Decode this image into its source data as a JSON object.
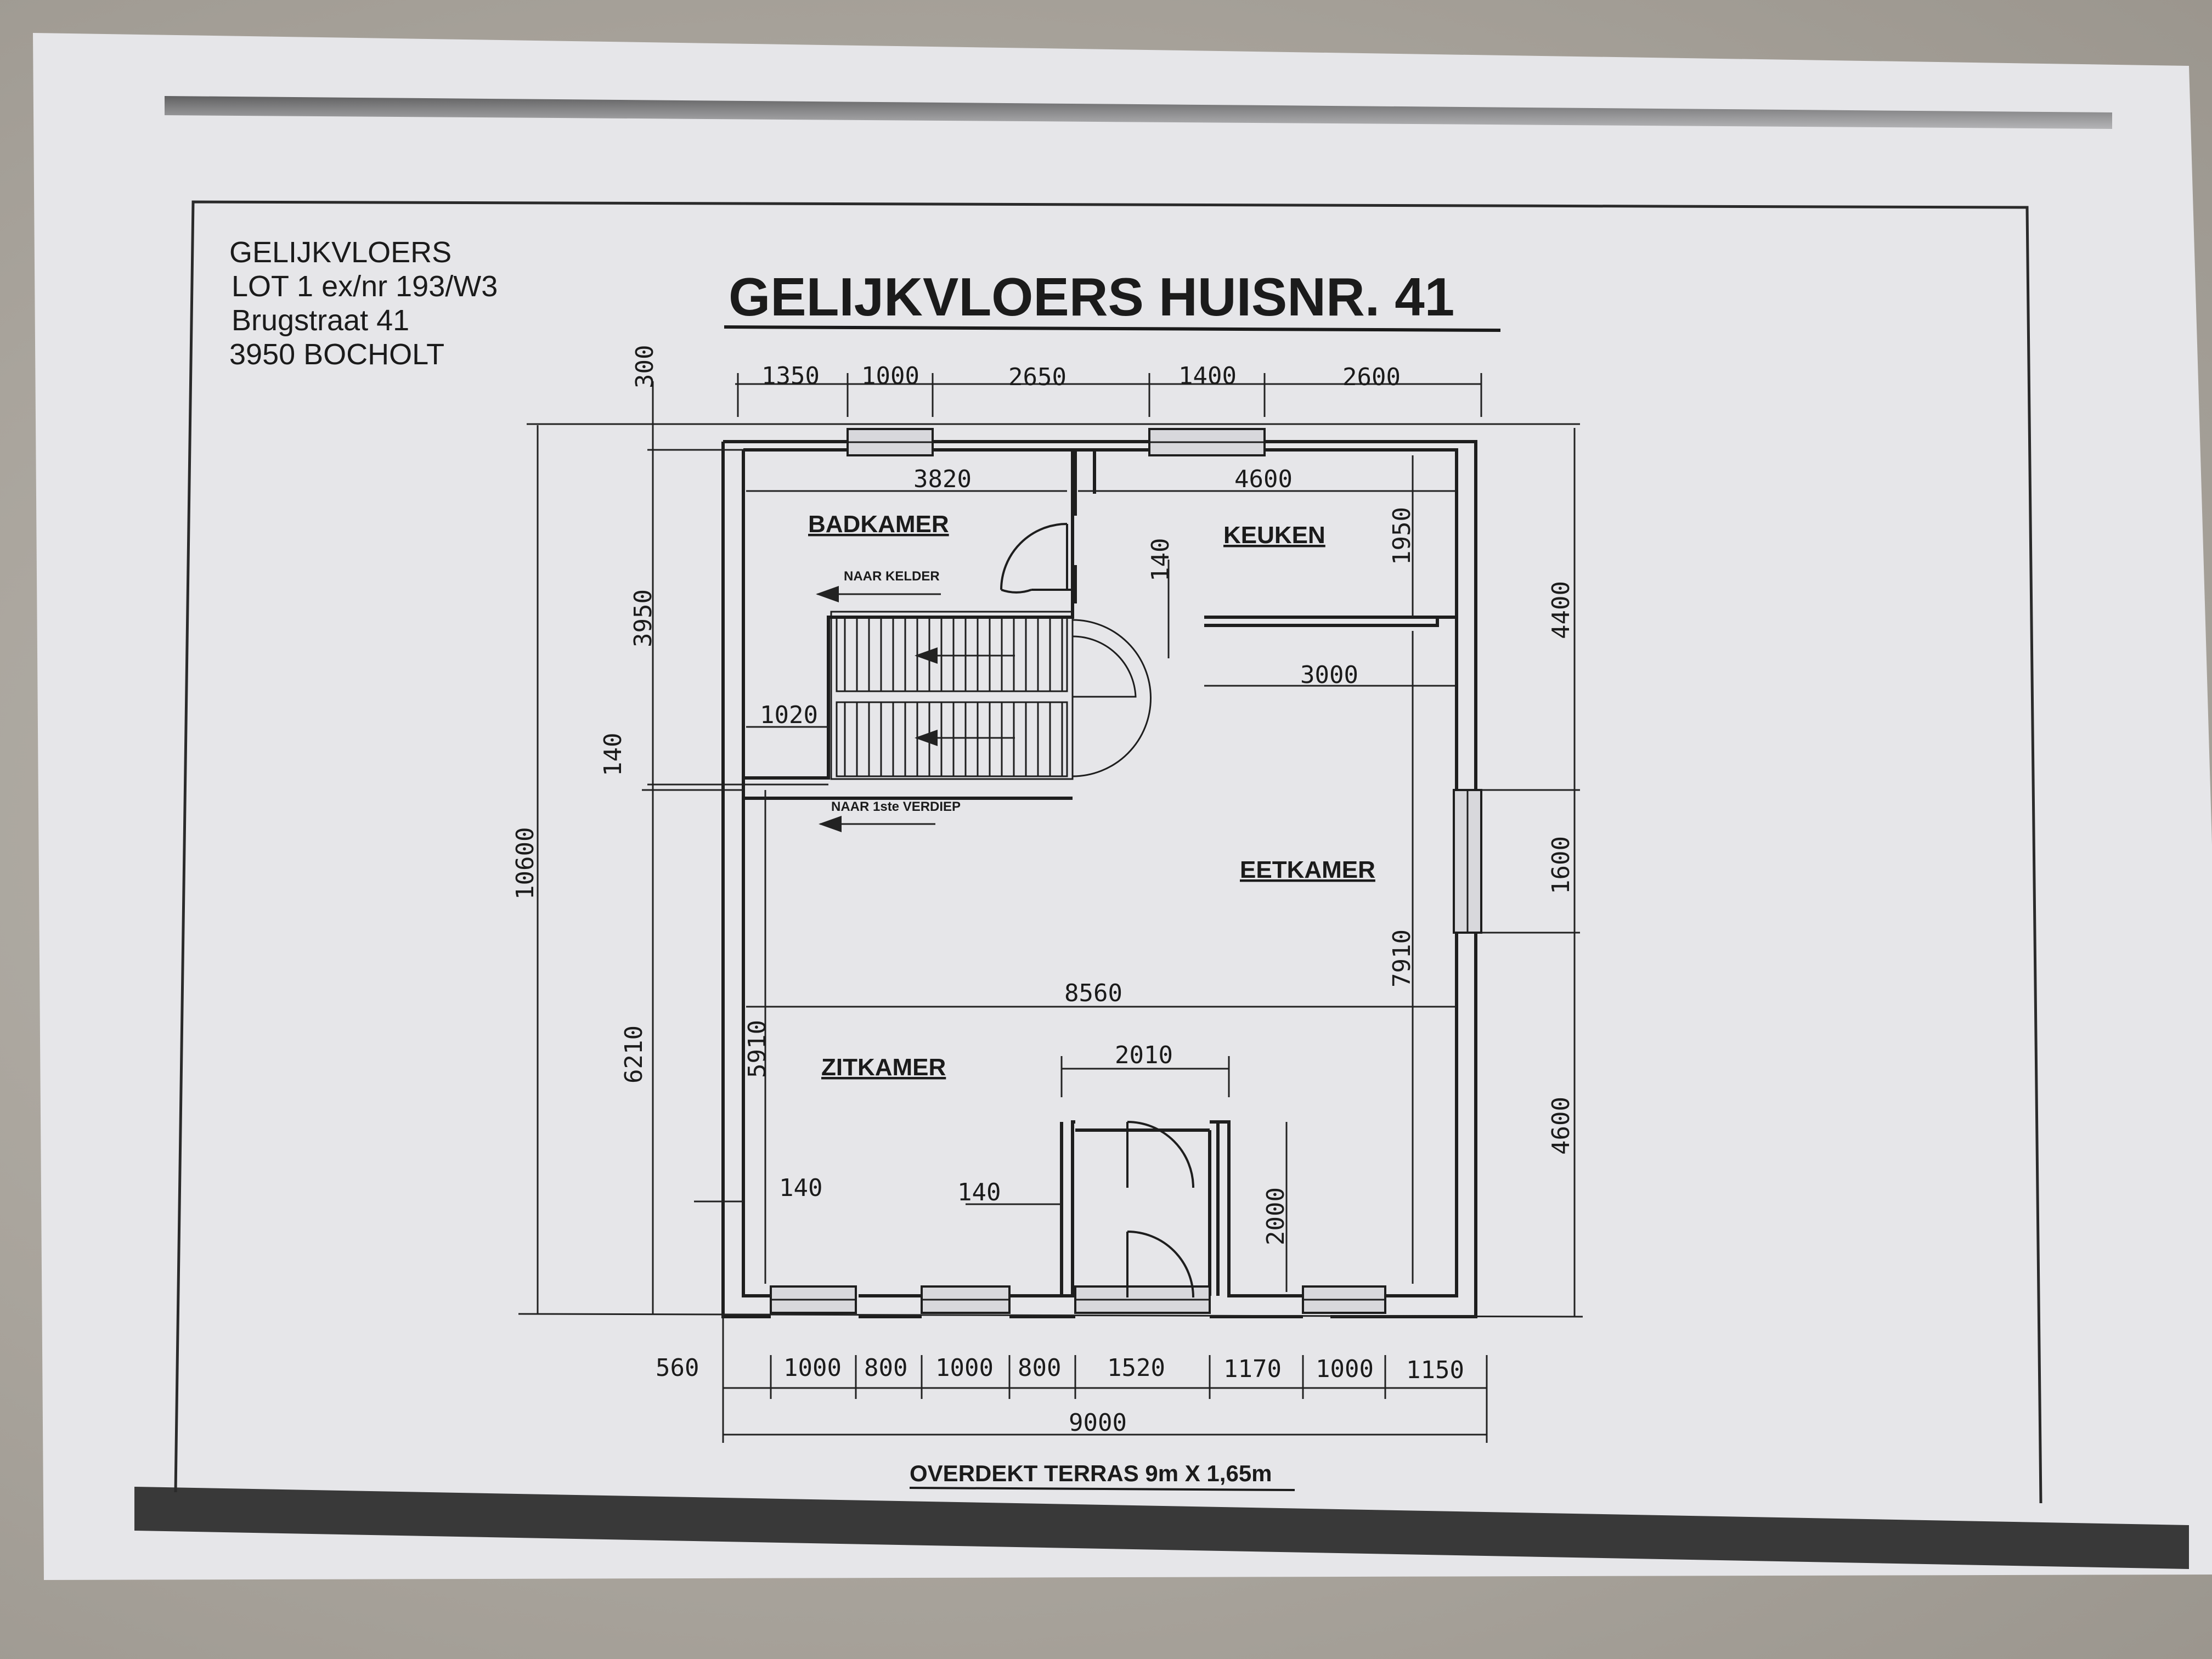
{
  "header_info": {
    "line1": "GELIJKVLOERS",
    "line2": "LOT 1 ex/nr 193/W3",
    "line3": "Brugstraat 41",
    "line4": "3950 BOCHOLT"
  },
  "title": "GELIJKVLOERS HUISNR. 41",
  "rooms": {
    "badkamer": "BADKAMER",
    "keuken": "KEUKEN",
    "eetkamer": "EETKAMER",
    "zitkamer": "ZITKAMER"
  },
  "notes": {
    "naar_kelder": "NAAR KELDER",
    "naar_verdiep": "NAAR 1ste VERDIEP"
  },
  "dimensions": {
    "top": [
      "1350",
      "1000",
      "2650",
      "1400",
      "2600"
    ],
    "bottom": [
      "560",
      "1000",
      "800",
      "1000",
      "800",
      "1520",
      "1170",
      "1000",
      "1150"
    ],
    "total_width": "9000",
    "left_outer": "10600",
    "left_top": "300",
    "left_upper": "3950",
    "left_wall": "140",
    "left_lower": "6210",
    "right_upper": "4400",
    "right_mid": "1600",
    "right_lower": "4600",
    "badkamer_width": "3820",
    "keuken_width": "4600",
    "keuken_depth": "1950",
    "keuken_wall": "140",
    "keuken_inner": "3000",
    "stair_width": "1020",
    "eetkamer_depth": "7910",
    "living_width": "8560",
    "zitkamer_depth": "5910",
    "wc_width": "2010",
    "wc_depth": "2000",
    "wall_left": "140",
    "wall_wc": "140"
  },
  "footer": "OVERDEKT TERRAS 9m X 1,65m"
}
